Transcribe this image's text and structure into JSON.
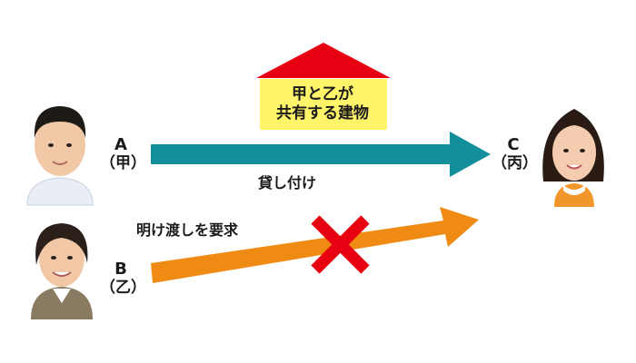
{
  "parties": {
    "a": {
      "letter": "A",
      "kanji": "（甲）"
    },
    "b": {
      "letter": "B",
      "kanji": "（乙）"
    },
    "c": {
      "letter": "C",
      "kanji": "（丙）"
    }
  },
  "property": {
    "line1": "甲と乙が",
    "line2": "共有する建物"
  },
  "relations": {
    "loan": "貸し付け",
    "demand": "明け渡しを要求"
  },
  "colors": {
    "loan_arrow": "#138f9c",
    "demand_arrow": "#ef8a12",
    "roof": "#e60012",
    "house_body": "#fff46a",
    "cross": "#e60012"
  }
}
